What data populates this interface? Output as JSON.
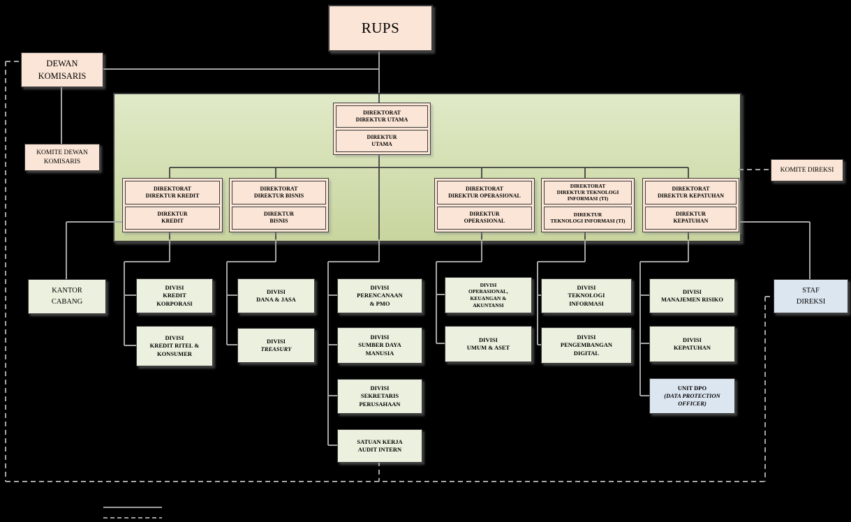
{
  "colors": {
    "background": "#000000",
    "peach_box": "#fbe5d6",
    "green_panel_top": "#e0eac8",
    "green_panel_bottom": "#c8d59e",
    "division_box": "#ebf1de",
    "blue_box": "#dce6f1",
    "box_border": "#3b3b3b",
    "connector_outside_panel": "#a6a6a6",
    "connector_inside_panel": "#404040"
  },
  "rups": {
    "label": "RUPS"
  },
  "dewan_komisaris": {
    "label": "DEWAN\nKOMISARIS"
  },
  "komite_dewan_komisaris": {
    "label": "KOMITE DEWAN\nKOMISARIS"
  },
  "komite_direksi": {
    "label": "KOMITE DIREKSI"
  },
  "kantor_cabang": {
    "label": "KANTOR\nCABANG"
  },
  "staf_direksi": {
    "label": "STAF\nDIREKSI"
  },
  "directorates": {
    "utama": {
      "direktorat": "DIREKTORAT\nDIREKTUR UTAMA",
      "direktur": "DIREKTUR\nUTAMA"
    },
    "kredit": {
      "direktorat": "DIREKTORAT\nDIREKTUR KREDIT",
      "direktur": "DIREKTUR\nKREDIT"
    },
    "bisnis": {
      "direktorat": "DIREKTORAT\nDIREKTUR BISNIS",
      "direktur": "DIREKTUR\nBISNIS"
    },
    "operasional": {
      "direktorat": "DIREKTORAT\nDIREKTUR OPERASIONAL",
      "direktur": "DIREKTUR\nOPERASIONAL"
    },
    "teknologi_informasi": {
      "direktorat": "DIREKTORAT\nDIREKTUR TEKNOLOGI\nINFORMASI (TI)",
      "direktur": "DIREKTUR\nTEKNOLOGI INFORMASI (TI)"
    },
    "kepatuhan": {
      "direktorat": "DIREKTORAT\nDIREKTUR KEPATUHAN",
      "direktur": "DIREKTUR\nKEPATUHAN"
    }
  },
  "divisions": {
    "kredit_korporasi": "DIVISI\nKREDIT\nKORPORASI",
    "kredit_ritel_konsumer": "DIVISI\nKREDIT RITEL &\nKONSUMER",
    "dana_jasa": "DIVISI\nDANA & JASA",
    "treasury_prefix": "DIVISI",
    "treasury_name": "TREASURY",
    "perencanaan_pmo": "DIVISI\nPERENCANAAN\n& PMO",
    "sumber_daya_manusia": "DIVISI\nSUMBER DAYA\nMANUSIA",
    "sekretaris_perusahaan": "DIVISI\nSEKRETARIS\nPERUSAHAAN",
    "satuan_kerja_audit_intern": "SATUAN KERJA\nAUDIT INTERN",
    "operasional_keuangan_akuntansi": "DIVISI\nOPERASIONAL,\nKEUANGAN &\nAKUNTANSI",
    "umum_aset": "DIVISI\nUMUM & ASET",
    "teknologi_informasi": "DIVISI\nTEKNOLOGI\nINFORMASI",
    "pengembangan_digital": "DIVISI\nPENGEMBANGAN\nDIGITAL",
    "manajemen_risiko": "DIVISI\nMANAJEMEN RISIKO",
    "kepatuhan": "DIVISI\nKEPATUHAN",
    "unit_dpo_title": "UNIT DPO",
    "unit_dpo_subtitle": "(DATA PROTECTION\nOFFICER)"
  }
}
